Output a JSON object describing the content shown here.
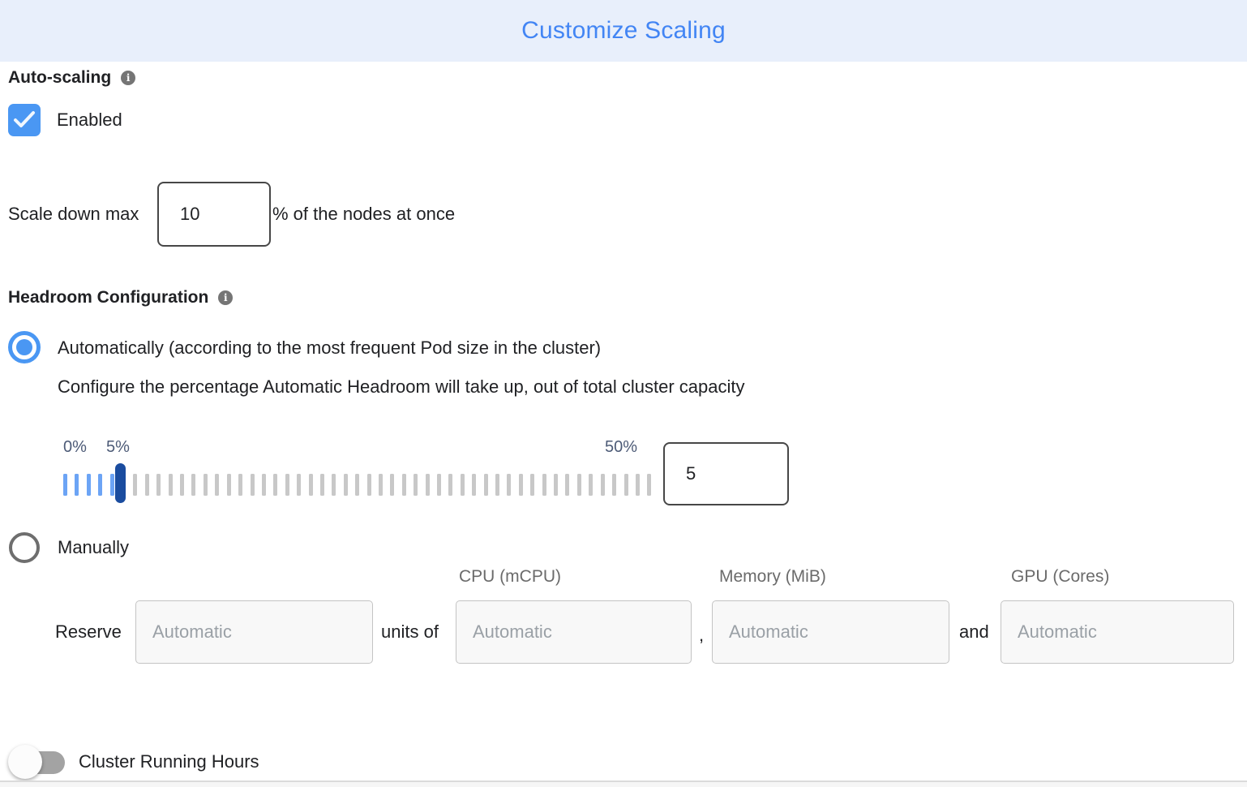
{
  "header": {
    "title": "Customize Scaling"
  },
  "autoscaling": {
    "label": "Auto-scaling",
    "enabled_label": "Enabled",
    "checked": true
  },
  "scale_down": {
    "prefix": "Scale down max",
    "value": "10",
    "suffix": "% of the nodes at once"
  },
  "headroom": {
    "label": "Headroom Configuration",
    "auto_selected": true,
    "auto_option": "Automatically (according to the most frequent Pod size in the cluster)",
    "auto_description": "Configure the percentage Automatic Headroom will take up, out of total cluster capacity",
    "manual_selected": false,
    "manual_option": "Manually",
    "slider": {
      "min_label": "0%",
      "current_label": "5%",
      "max_label": "50%",
      "value": "5",
      "tick_count": 51,
      "blue_tick_count": 6,
      "handle_index": 5
    }
  },
  "manual_reserve": {
    "columns": [
      "CPU (mCPU)",
      "Memory (MiB)",
      "GPU (Cores)"
    ],
    "reserve_label": "Reserve",
    "units_of_label": "units of",
    "comma_label": ",",
    "and_label": "and",
    "placeholder": "Automatic"
  },
  "cluster_running_hours": {
    "label": "Cluster Running Hours",
    "enabled": false
  },
  "colors": {
    "title_blue": "#4285F4",
    "control_blue": "#4A97F3",
    "handle_navy": "#1A4C9F",
    "tick_blue": "#6CA4F5",
    "tick_grey": "#C8C8C8",
    "header_bg": "#E8EFFB"
  }
}
